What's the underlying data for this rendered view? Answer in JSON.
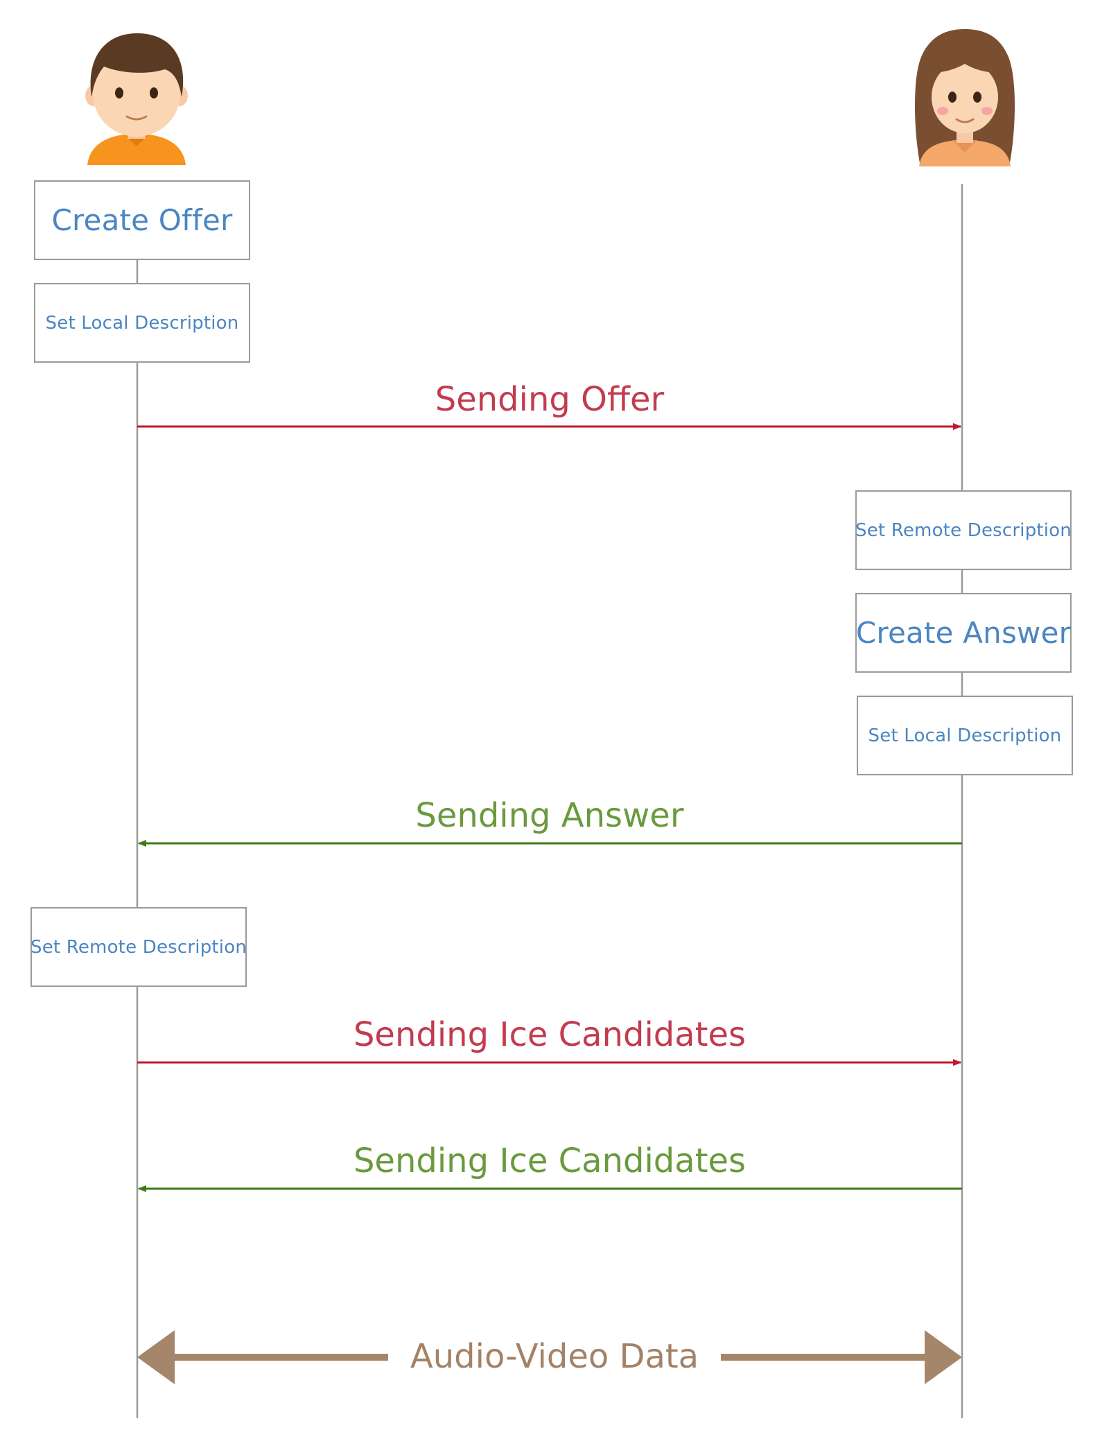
{
  "participants": {
    "left": {
      "avatar": "boy-avatar"
    },
    "right": {
      "avatar": "girl-avatar"
    }
  },
  "steps": {
    "create_offer": "Create Offer",
    "left_set_local": "Set Local Description",
    "right_set_remote": "Set Remote Description",
    "create_answer": "Create Answer",
    "right_set_local": "Set Local Description",
    "left_set_remote": "Set Remote Description"
  },
  "messages": {
    "sending_offer": "Sending Offer",
    "sending_answer": "Sending Answer",
    "ice_to_right": "Sending Ice Candidates",
    "ice_to_left": "Sending Ice Candidates",
    "audio_video": "Audio-Video Data"
  },
  "colors": {
    "box_text": "#4a86c2",
    "offer_arrow": "#c0182f",
    "answer_arrow": "#3f7a14",
    "data_arrow": "#a6866a",
    "lifeline": "#9a9a9a"
  }
}
